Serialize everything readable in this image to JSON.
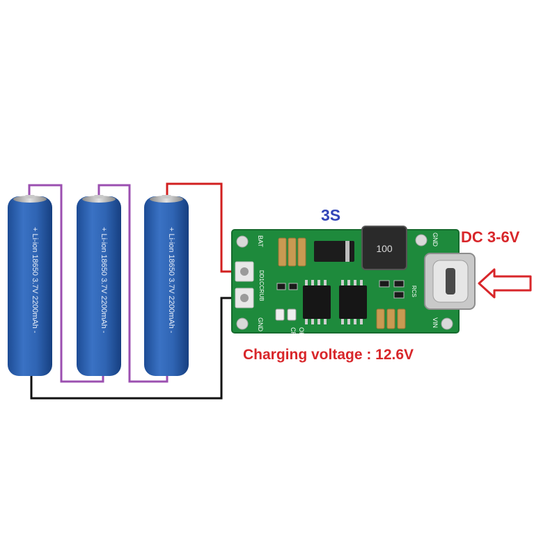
{
  "diagram": {
    "config_label": "3S",
    "input_label": "DC 3-6V",
    "output_label": "Charging voltage : 12.6V",
    "battery_print": "+ Li-ion 18650 3.7V 2200mAh -",
    "board": {
      "inductor_marking": "100",
      "silk": {
        "bat": "BAT",
        "gnd_left": "GND",
        "gnd_top": "GND",
        "vin": "VIN",
        "model": "DD1CCRUB",
        "ok": "OK",
        "cr": "CR",
        "rcs": "RCS"
      }
    },
    "colors": {
      "battery_body": "#2c5fae",
      "series_wire": "#9b4fb0",
      "positive_wire": "#d21f1f",
      "ground_wire": "#111111",
      "pcb": "#1e8a3c",
      "arrow": "#d8262a",
      "label_blue": "#3346b8",
      "label_red": "#d8262a"
    }
  }
}
